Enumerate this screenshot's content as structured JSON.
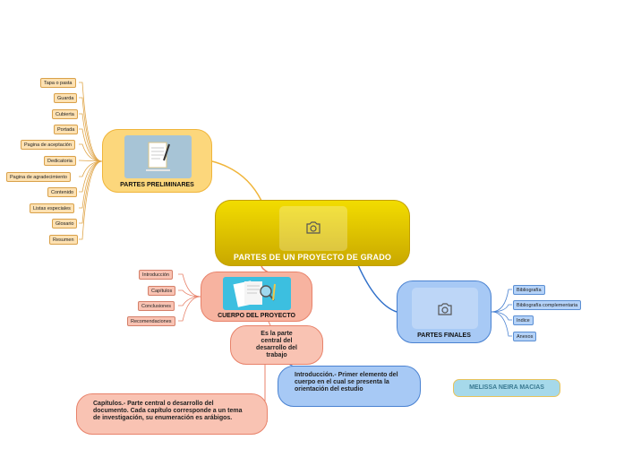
{
  "central": {
    "label": "PARTES DE UN PROYECTO DE GRADO",
    "icon": "camera-icon"
  },
  "preliminares": {
    "label": "PARTES PRELIMINARES",
    "icon": "document-pen-icon",
    "items": [
      "Tapa o pasta",
      "Guarda",
      "Cubierta",
      "Portada",
      "Pagina de aceptación",
      "Dedicatoria",
      "Pagina de agradecimiento",
      "Contenido",
      "Listas especiales",
      "Glosario",
      "Resumen"
    ]
  },
  "cuerpo": {
    "label": "CUERPO DEL PROYECTO",
    "icon": "report-magnifier-icon",
    "items": [
      "Introducción",
      "Capítulos",
      "Conclusiones",
      "Recomendaciones"
    ],
    "note": "Es la parte central del desarrollo del trabajo",
    "introduccion": "Introducción.- Primer elemento del cuerpo en el cual se presenta la orientación del estudio",
    "capitulos": "Capítulos.- Parte central o desarrollo del documento. Cada capítulo corresponde a un tema de investigación, su enumeración es arábigos."
  },
  "finales": {
    "label": "PARTES FINALES",
    "icon": "camera-icon",
    "items": [
      "Bibliografía",
      "Bibliografía complementaria",
      "Indice",
      "Anexos"
    ]
  },
  "author": "MELISSA NEIRA MACIAS",
  "colors": {
    "central": "#e6c800",
    "preliminares": "#fcd77c",
    "cuerpo": "#f7b3a0",
    "finales": "#a7c9f5"
  }
}
